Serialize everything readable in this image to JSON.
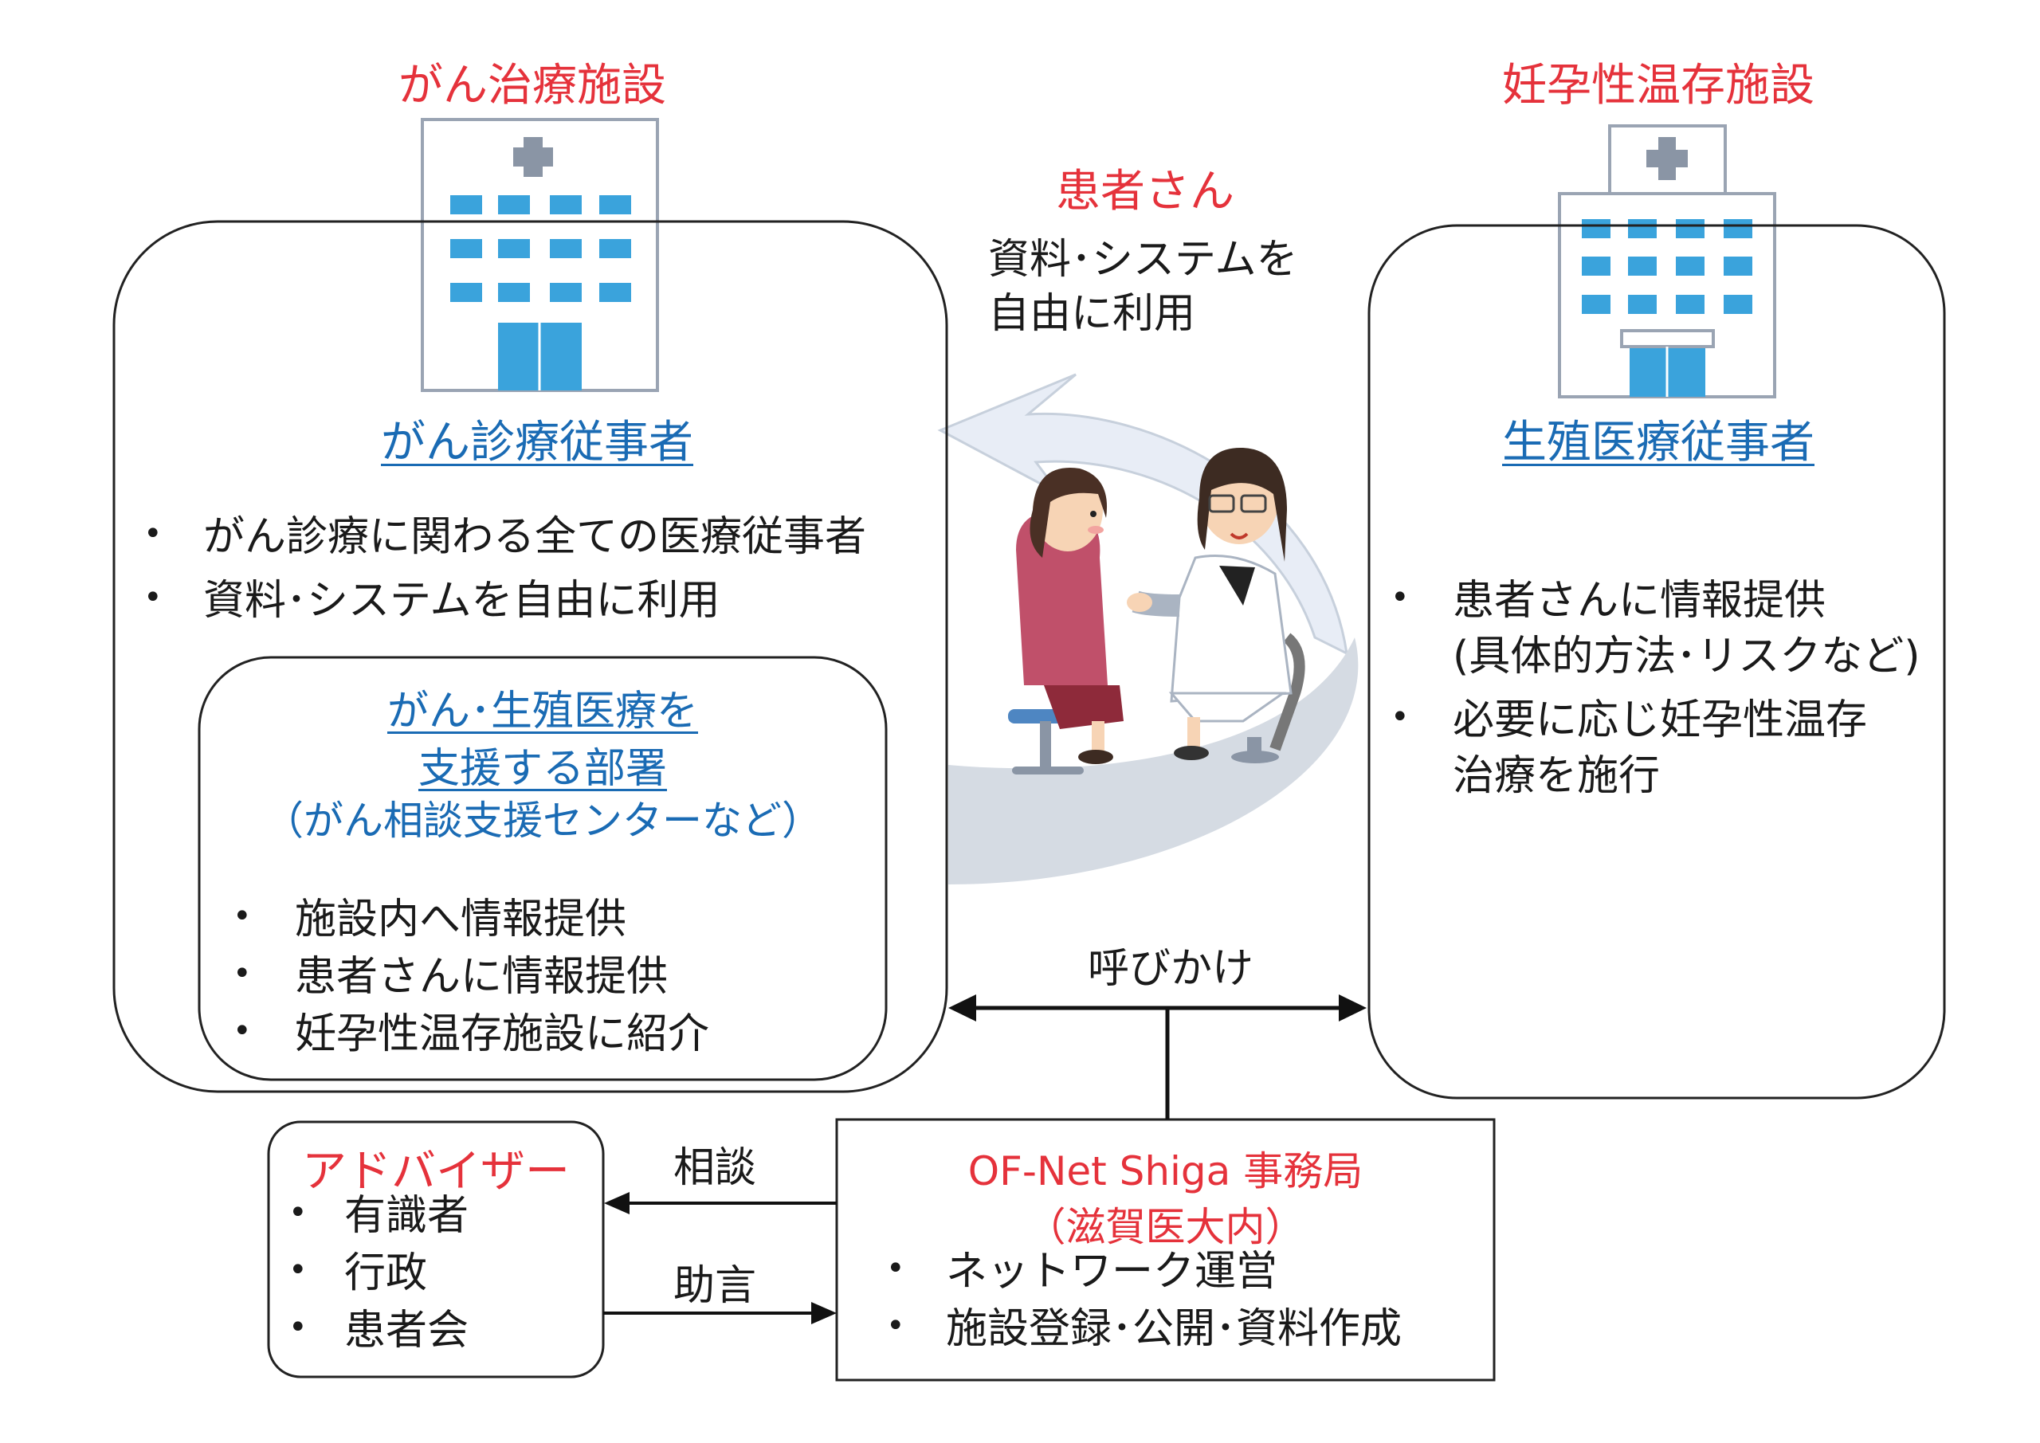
{
  "cancer_facility": {
    "title": "がん治療施設",
    "role": "がん診療従事者",
    "bullets": [
      "がん診療に関わる全ての医療従事者",
      "資料･システムを自由に利用"
    ],
    "dept": {
      "line1": "がん･生殖医療を",
      "line2": "支援する部署",
      "line3": "（がん相談支援センターなど）",
      "bullets": [
        "施設内へ情報提供",
        "患者さんに情報提供",
        "妊孕性温存施設に紹介"
      ]
    }
  },
  "fertility_facility": {
    "title": "妊孕性温存施設",
    "role": "生殖医療従事者",
    "bullets": [
      "患者さんに情報提供",
      "(具体的方法･リスクなど)",
      "必要に応じ妊孕性温存",
      "治療を施行"
    ]
  },
  "patient": {
    "title": "患者さん",
    "note_line1": "資料･システムを",
    "note_line2": "自由に利用"
  },
  "call_label": "呼びかけ",
  "adviser": {
    "title": "アドバイザー",
    "bullets": [
      "有識者",
      "行政",
      "患者会"
    ]
  },
  "consult_label": "相談",
  "advice_label": "助言",
  "office": {
    "line1": "OF-Net Shiga 事務局",
    "line2": "（滋賀医大内）",
    "bullets": [
      "ネットワーク運営",
      "施設登録･公開･資料作成"
    ]
  },
  "bullet_char": "•",
  "colors": {
    "accent_red": "#e5323b",
    "accent_blue": "#1a6bb4",
    "window_blue": "#3aa3dc",
    "cross_gray": "#8a95a5"
  }
}
